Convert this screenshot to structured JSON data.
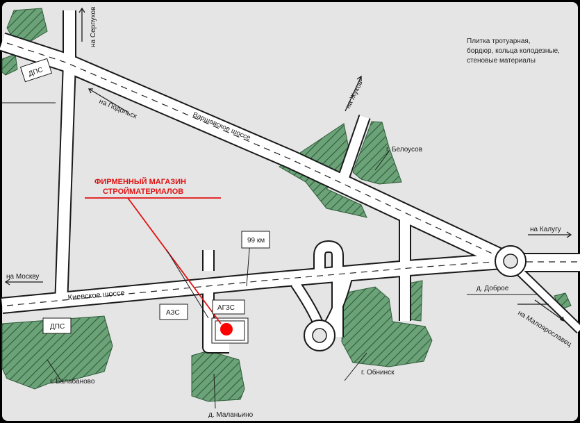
{
  "roads": {
    "kiev_highway": "Киевское шоссе",
    "warsaw_highway": "Варшавское шоссе"
  },
  "directions": {
    "serpukhov": "на Серпухов",
    "podolsk": "на Подольск",
    "zhukov": "на Жуков",
    "kaluga": "на Калугу",
    "moscow": "на Москву",
    "maloyaroslavets": "на Малоярославец"
  },
  "places": {
    "belousov": "г. Белоусов",
    "dobroe": "д. Доброе",
    "obninsk": "г. Обнинск",
    "balabanovo": "г. Балабаново",
    "malanyino": "д. Маланьино"
  },
  "markers": {
    "dps_north": "ДПС",
    "dps_south": "ДПС",
    "azs": "АЗС",
    "agzs": "АГЗС",
    "km": "99 км"
  },
  "store": {
    "line1": "ФИРМЕННЫЙ МАГАЗИН",
    "line2": "СТРОЙМАТЕРИАЛОВ"
  },
  "note": {
    "line1": "Плитка тротуарная,",
    "line2": "бордюр, кольца колодезные,",
    "line3": "стеновые материалы"
  },
  "colors": {
    "background": "#e5e5e5",
    "road": "#ffffff",
    "forest": "#6ba277",
    "store_marker": "#ff0000",
    "store_text": "#e01010"
  },
  "icons": [
    "arrow-direction-icon",
    "store-location-icon"
  ]
}
